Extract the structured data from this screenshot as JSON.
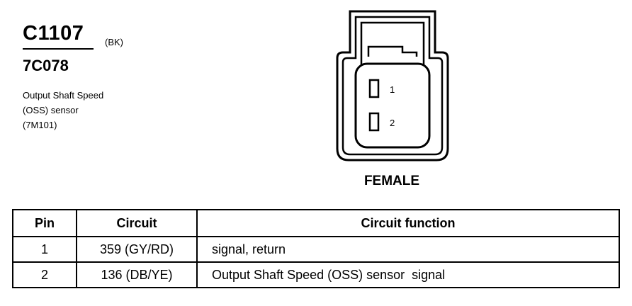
{
  "connector": {
    "id": "C1107",
    "color_code": "(BK)",
    "part_number": "7C078",
    "description_lines": [
      "Output Shaft Speed",
      "(OSS) sensor",
      "(7M101)"
    ],
    "gender": "FEMALE",
    "pin_labels": [
      "1",
      "2"
    ]
  },
  "pin_table": {
    "headers": [
      "Pin",
      "Circuit",
      "Circuit function"
    ],
    "rows": [
      {
        "pin": "1",
        "circuit": "359 (GY/RD)",
        "function": "signal, return"
      },
      {
        "pin": "2",
        "circuit": "136 (DB/YE)",
        "function": "Output Shaft Speed (OSS) sensor  signal"
      }
    ]
  }
}
